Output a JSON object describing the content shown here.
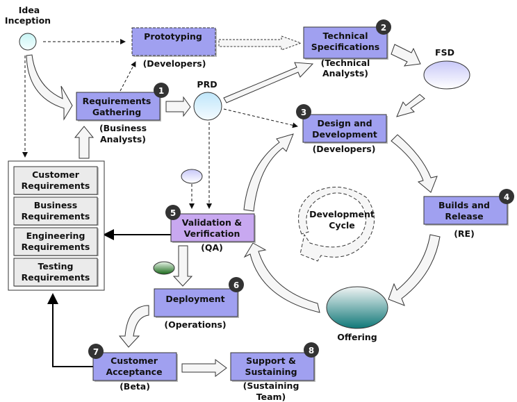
{
  "colors": {
    "box": "#a0a0f0",
    "validation_box": "#c8a8f0",
    "badge": "#333333",
    "arrow_fill": "#f6f6f6"
  },
  "idea": {
    "line1": "Idea",
    "line2": "Inception"
  },
  "prototyping": {
    "label": "Prototyping",
    "role": "(Developers)"
  },
  "tech_specs": {
    "line1": "Technical",
    "line2": "Specifications",
    "badge": "2",
    "role1": "(Technical",
    "role2": "Analysts)"
  },
  "fsd": {
    "label": "FSD"
  },
  "req_gathering": {
    "line1": "Requirements",
    "line2": "Gathering",
    "badge": "1",
    "role1": "(Business",
    "role2": "Analysts)"
  },
  "prd": {
    "label": "PRD"
  },
  "design_dev": {
    "line1": "Design and",
    "line2": "Development",
    "badge": "3",
    "role": "(Developers)"
  },
  "builds": {
    "line1": "Builds and",
    "line2": "Release",
    "badge": "4",
    "role": "(RE)"
  },
  "requirements_list": [
    {
      "line1": "Customer",
      "line2": "Requirements"
    },
    {
      "line1": "Business",
      "line2": "Requirements"
    },
    {
      "line1": "Engineering",
      "line2": "Requirements"
    },
    {
      "line1": "Testing",
      "line2": "Requirements"
    }
  ],
  "validation": {
    "line1": "Validation &",
    "line2": "Verification",
    "badge": "5",
    "role": "(QA)"
  },
  "deployment": {
    "label": "Deployment",
    "badge": "6",
    "role": "(Operations)"
  },
  "customer_acceptance": {
    "line1": "Customer",
    "line2": "Acceptance",
    "badge": "7",
    "role": "(Beta)"
  },
  "support": {
    "line1": "Support &",
    "line2": "Sustaining",
    "badge": "8",
    "role1": "(Sustaining",
    "role2": "Team)"
  },
  "offering": {
    "label": "Offering"
  },
  "dev_cycle": {
    "line1": "Development",
    "line2": "Cycle"
  }
}
